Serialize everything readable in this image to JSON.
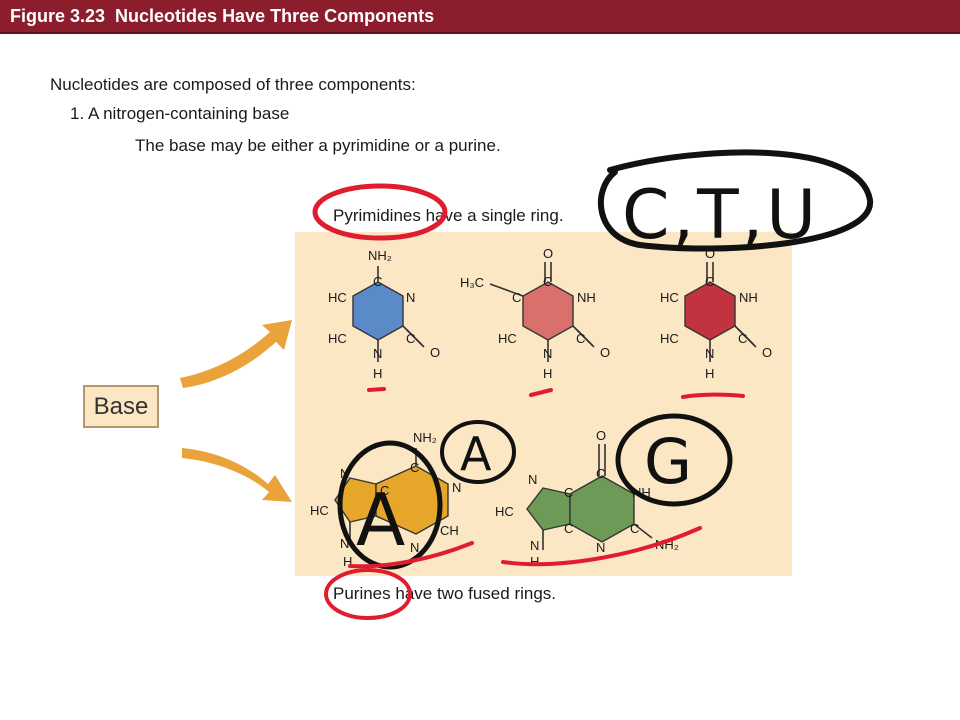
{
  "header": {
    "title": "Figure 3.23  Nucleotides Have Three Components"
  },
  "body": {
    "intro": "Nucleotides are composed of three components:",
    "item1": "1. A nitrogen-containing base",
    "base_note": "The base may be either a pyrimidine or a purine.",
    "pyrimidine_caption": "Pyrimidines have a single ring.",
    "purine_caption": "Purines have two fused rings."
  },
  "figure": {
    "base_label": "Base",
    "atoms": {
      "nh2": "NH₂",
      "hc": "HC",
      "c": "C",
      "n": "N",
      "o": "O",
      "h": "H",
      "nh": "NH",
      "ch": "CH",
      "h3c": "H₃C"
    },
    "colors": {
      "panel": "#fbe7c4",
      "cytosine": "#5b8ac9",
      "thymine": "#d9706b",
      "uracil": "#c23340",
      "adenine": "#e6a62a",
      "guanine": "#6e9a58",
      "arrow": "#eaa33a",
      "title_bar": "#8b1d2c"
    }
  },
  "annotations": {
    "pyrimidine_letters": "C,T,U",
    "adenine_letter_large": "A",
    "adenine_letter_small": "A",
    "guanine_letter": "G",
    "ink_color": "#e01d2e",
    "ink_black": "#111111"
  }
}
